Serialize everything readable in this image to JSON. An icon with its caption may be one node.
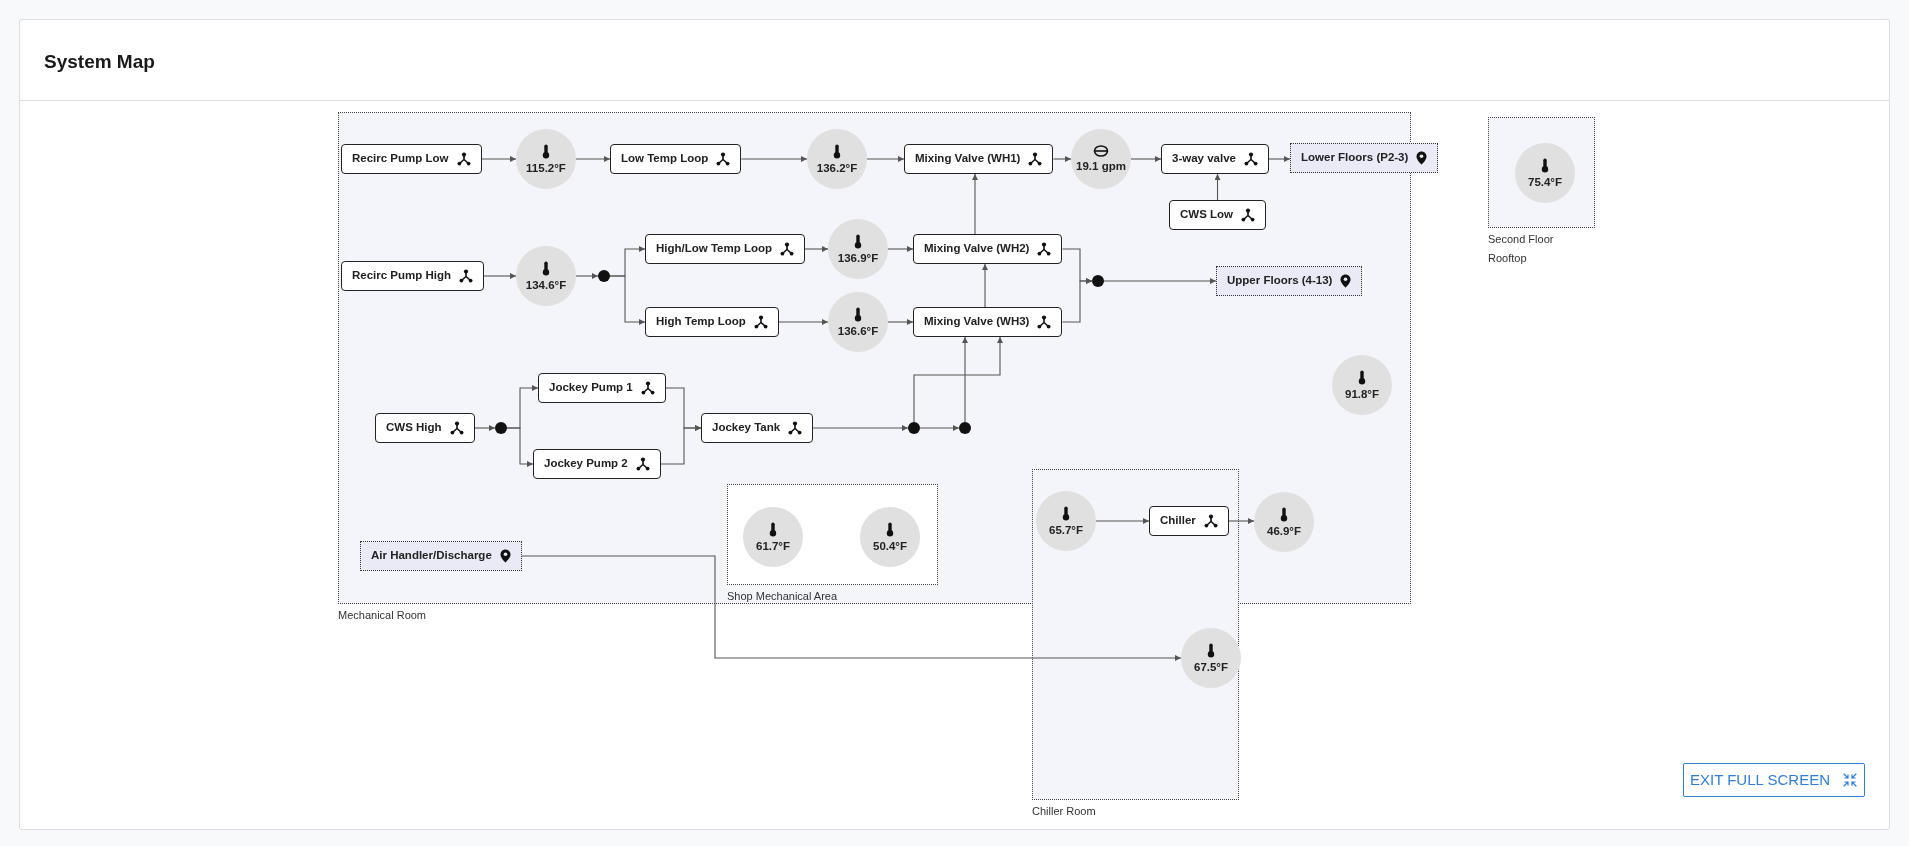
{
  "diagram": {
    "title": "System Map",
    "nodes": [
      {
        "text": [
          "Mechanical Room"
        ]
      },
      {
        "text": [
          "Recirc Pump Low"
        ],
        "in": 0
      },
      {
        "text": [
          "115.2°F"
        ],
        "in": 0
      },
      {
        "text": [
          "Low Temp Loop"
        ],
        "in": 0
      },
      {
        "text": [
          "136.2°F"
        ],
        "in": 0
      },
      {
        "text": [
          "Mixing Valve (WH1)"
        ],
        "in": 0
      },
      {
        "text": [
          "19.1 gpm"
        ],
        "in": 0
      },
      {
        "text": [
          "3-way valve"
        ],
        "in": 0
      },
      {
        "text": [
          "Lower Floors (P2-3)"
        ]
      },
      {
        "text": [
          "CWS Low"
        ],
        "in": 0
      },
      {
        "text": [
          "Second Floor Rooftop"
        ]
      },
      {
        "text": [
          "75.4°F"
        ],
        "in": 10
      },
      {
        "text": [
          "Recirc Pump High"
        ],
        "in": 0
      },
      {
        "text": [
          "134.6°F"
        ],
        "in": 0
      },
      {
        "text": [],
        "shape": "circle",
        "in": 0
      },
      {
        "text": [
          "High/Low Temp Loop"
        ],
        "in": 0
      },
      {
        "text": [
          "136.9°F"
        ],
        "in": 0
      },
      {
        "text": [
          "Mixing Valve (WH2)"
        ],
        "in": 0
      },
      {
        "text": [
          "High Temp Loop"
        ],
        "in": 0
      },
      {
        "text": [
          "136.6°F"
        ],
        "in": 0
      },
      {
        "text": [
          "Mixing Valve (WH3)"
        ],
        "in": 0
      },
      {
        "text": [],
        "shape": "circle",
        "in": 0
      },
      {
        "text": [
          "Upper Floors (4-13)"
        ],
        "in": 0
      },
      {
        "text": [
          "91.8°F"
        ],
        "in": 0
      },
      {
        "text": [
          "Jockey Pump 1"
        ],
        "in": 0
      },
      {
        "text": [
          "CWS High"
        ],
        "in": 0
      },
      {
        "text": [],
        "shape": "circle",
        "in": 0
      },
      {
        "text": [
          "Jockey Tank"
        ],
        "in": 0
      },
      {
        "text": [],
        "shape": "circle",
        "in": 0
      },
      {
        "text": [],
        "shape": "circle",
        "in": 0
      },
      {
        "text": [
          "Jockey Pump 2"
        ],
        "in": 0
      },
      {
        "text": [
          "Shop Mechanical Area"
        ],
        "in": 0
      },
      {
        "text": [
          "Air Handler/Discharge"
        ],
        "in": 0
      },
      {
        "text": [
          "61.7°F"
        ],
        "in": 31
      },
      {
        "text": [
          "50.4°F"
        ],
        "in": 31
      },
      {
        "text": [
          "Chiller Room"
        ]
      },
      {
        "text": [
          "65.7°F"
        ]
      },
      {
        "text": [
          "Chiller"
        ]
      },
      {
        "text": [
          "46.9°F"
        ],
        "in": 0
      },
      {
        "text": [
          "67.5°F"
        ],
        "in": 35
      }
    ],
    "edges": [
      {
        "from": 1,
        "to": 2,
        "arrow": "to"
      },
      {
        "from": 2,
        "to": 3,
        "arrow": "to"
      },
      {
        "from": 3,
        "to": 4,
        "arrow": "to"
      },
      {
        "from": 4,
        "to": 5,
        "arrow": "to"
      },
      {
        "from": 5,
        "to": 6,
        "arrow": "to"
      },
      {
        "from": 6,
        "to": 7,
        "arrow": "to"
      },
      {
        "from": 7,
        "to": 8,
        "arrow": "to"
      },
      {
        "from": 9,
        "to": 7,
        "arrow": "to"
      },
      {
        "from": 12,
        "to": 13,
        "arrow": "to"
      },
      {
        "from": 13,
        "to": 14,
        "arrow": "to"
      },
      {
        "from": 14,
        "to": 15,
        "arrow": "to"
      },
      {
        "from": 14,
        "to": 18,
        "arrow": "to"
      },
      {
        "from": 15,
        "to": 16,
        "arrow": "to"
      },
      {
        "from": 16,
        "to": 17,
        "arrow": "to"
      },
      {
        "from": 18,
        "to": 19,
        "arrow": "to"
      },
      {
        "from": 19,
        "to": 20,
        "arrow": "to"
      },
      {
        "from": 20,
        "to": 17,
        "arrow": "to"
      },
      {
        "from": 17,
        "to": 5,
        "arrow": "to"
      },
      {
        "from": 17,
        "to": 21,
        "arrow": "to"
      },
      {
        "from": 20,
        "to": 21,
        "arrow": "to"
      },
      {
        "from": 21,
        "to": 22,
        "arrow": "to"
      },
      {
        "from": 25,
        "to": 26,
        "arrow": "to"
      },
      {
        "from": 26,
        "to": 24,
        "arrow": "to"
      },
      {
        "from": 26,
        "to": 30,
        "arrow": "to"
      },
      {
        "from": 24,
        "to": 27,
        "arrow": "to"
      },
      {
        "from": 30,
        "to": 27,
        "arrow": "to"
      },
      {
        "from": 27,
        "to": 28,
        "arrow": "to"
      },
      {
        "from": 28,
        "to": 29,
        "arrow": "to"
      },
      {
        "from": 28,
        "to": 20,
        "arrow": "to"
      },
      {
        "from": 29,
        "to": 20,
        "arrow": "to"
      },
      {
        "from": 32,
        "to": 39,
        "arrow": "to"
      },
      {
        "from": 36,
        "to": 37,
        "arrow": "to"
      },
      {
        "from": 37,
        "to": 38,
        "arrow": "to"
      }
    ],
    "labels": [
      "EXIT FULL SCREEN"
    ]
  }
}
